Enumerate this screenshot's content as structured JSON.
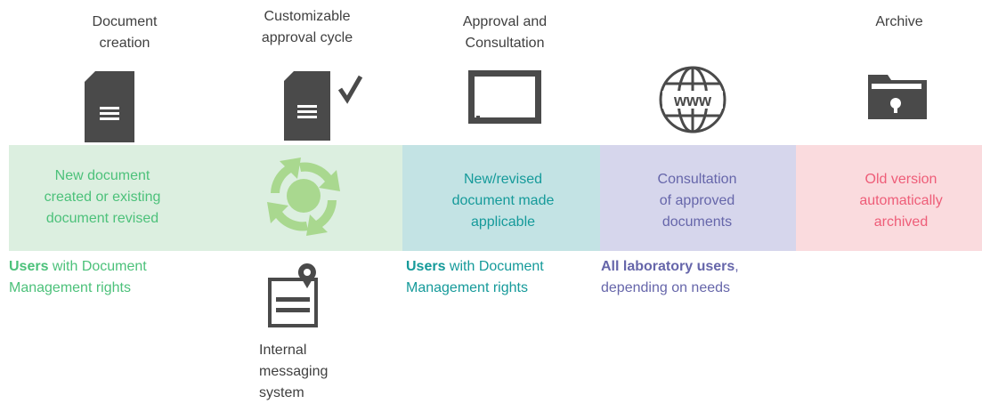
{
  "stages": [
    {
      "heading": "Document\ncreation",
      "description": "New document\ncreated or existing\ndocument revised",
      "icon": "document-icon"
    },
    {
      "heading": "Customizable\napproval cycle",
      "icon": "document-approved-icon"
    },
    {
      "heading": "Approval and\nConsultation",
      "description": "New/revised\ndocument made\napplicable",
      "icon": "monitor-icon"
    },
    {
      "description": "Consultation\nof approved\ndocuments",
      "icon": "www-globe-icon"
    },
    {
      "heading": "Archive",
      "description": "Old version\nautomatically\narchived",
      "icon": "locked-folder-icon"
    }
  ],
  "cycle_icon": "circular-arrows-icon",
  "notes": {
    "creation_users": {
      "bold": "Users",
      "rest": " with Document\nManagement rights"
    },
    "messaging": {
      "text": "Internal\nmessaging\nsystem",
      "icon": "messaging-note-icon"
    },
    "approval_users": {
      "bold": "Users",
      "rest": " with Document\nManagement rights"
    },
    "consultation_users": {
      "bold": "All laboratory users",
      "rest": ",\ndepending on needs"
    }
  },
  "colors": {
    "heading_text": "#3f3f3f",
    "icon": "#4a4a4a",
    "green_band": "#dcefe0",
    "green_text": "#4cc17a",
    "arrows": "#a9d88f",
    "teal_band": "#c3e3e4",
    "teal_text": "#159a9a",
    "purple_band": "#d6d6ec",
    "purple_text": "#6666aa",
    "pink_band": "#fadbde",
    "pink_text": "#ee5d78"
  }
}
